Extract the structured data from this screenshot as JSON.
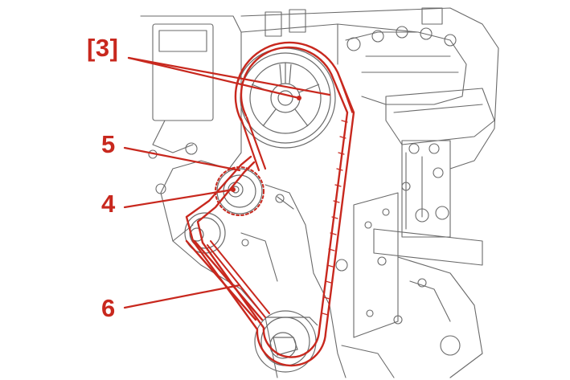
{
  "callouts": [
    {
      "id": "3",
      "text": "[3]"
    },
    {
      "id": "5",
      "text": "5"
    },
    {
      "id": "4",
      "text": "4"
    },
    {
      "id": "6",
      "text": "6"
    }
  ],
  "colors": {
    "annotation": "#c8281e",
    "line_art": "#6a6a6a",
    "background": "#ffffff"
  },
  "parts": {
    "camshaft_sprocket": "[3]",
    "tensioner_roller": "4",
    "idler_roller": "5",
    "timing_belt": "6"
  }
}
